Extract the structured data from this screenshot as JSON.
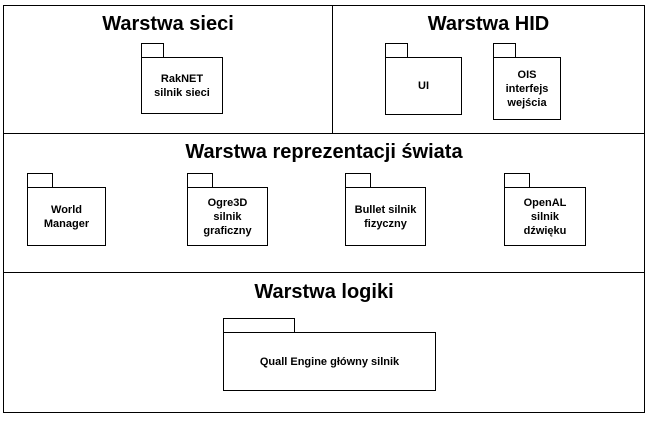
{
  "diagram": {
    "layers": {
      "network": {
        "title": "Warstwa sieci",
        "packages": {
          "raknet": {
            "label": "RakNET\nsilnik sieci"
          }
        }
      },
      "hid": {
        "title": "Warstwa HID",
        "packages": {
          "ui": {
            "label": "UI"
          },
          "ois": {
            "label": "OIS\ninterfejs\nwejścia"
          }
        }
      },
      "world": {
        "title": "Warstwa reprezentacji świata",
        "packages": {
          "world_manager": {
            "label": "World\nManager"
          },
          "ogre3d": {
            "label": "Ogre3D\nsilnik\ngraficzny"
          },
          "bullet": {
            "label": "Bullet silnik\nfizyczny"
          },
          "openal": {
            "label": "OpenAL\nsilnik\ndźwięku"
          }
        }
      },
      "logic": {
        "title": "Warstwa logiki",
        "packages": {
          "quall": {
            "label": "Quall Engine główny silnik"
          }
        }
      }
    }
  }
}
